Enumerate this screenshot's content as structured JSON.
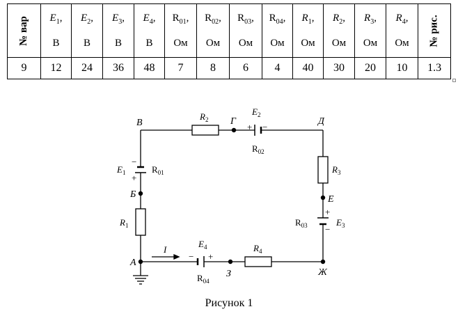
{
  "table": {
    "headers": [
      {
        "kind": "rot",
        "text": "№ вар"
      },
      {
        "var": "E",
        "sub": "1",
        "unit": "В"
      },
      {
        "var": "E",
        "sub": "2",
        "unit": "В"
      },
      {
        "var": "E",
        "sub": "3",
        "unit": "В"
      },
      {
        "var": "E",
        "sub": "4",
        "unit": "В"
      },
      {
        "var": "R",
        "sub": "01",
        "unit": "Ом"
      },
      {
        "var": "R",
        "sub": "02",
        "unit": "Ом"
      },
      {
        "var": "R",
        "sub": "03",
        "unit": "Ом"
      },
      {
        "var": "R",
        "sub": "04",
        "unit": "Ом"
      },
      {
        "var": "R",
        "sub": "1",
        "unit": "Ом"
      },
      {
        "var": "R",
        "sub": "2",
        "unit": "Ом"
      },
      {
        "var": "R",
        "sub": "3",
        "unit": "Ом"
      },
      {
        "var": "R",
        "sub": "4",
        "unit": "Ом"
      },
      {
        "kind": "rot",
        "text": "№ рис."
      }
    ],
    "row": [
      "9",
      "12",
      "24",
      "36",
      "48",
      "7",
      "8",
      "6",
      "4",
      "40",
      "30",
      "20",
      "10",
      "1.3"
    ]
  },
  "circuit": {
    "nodes": {
      "A": "А",
      "B": "Б",
      "V": "В",
      "G": "Г",
      "D": "Д",
      "E": "Е",
      "ZH": "Ж",
      "Z": "З"
    },
    "resistors": {
      "R1": "R",
      "R1_sub": "1",
      "R2": "R",
      "R2_sub": "2",
      "R3": "R",
      "R3_sub": "3",
      "R4": "R",
      "R4_sub": "4"
    },
    "sources": {
      "E1": "E",
      "E1_sub": "1",
      "R01": "R",
      "R01_sub": "01",
      "E2": "E",
      "E2_sub": "2",
      "R02": "R",
      "R02_sub": "02",
      "E3": "E",
      "E3_sub": "3",
      "R03": "R",
      "R03_sub": "03",
      "E4": "E",
      "E4_sub": "4",
      "R04": "R",
      "R04_sub": "04"
    },
    "current": "I",
    "plus": "+",
    "minus": "−"
  },
  "caption": "Рисунок 1"
}
